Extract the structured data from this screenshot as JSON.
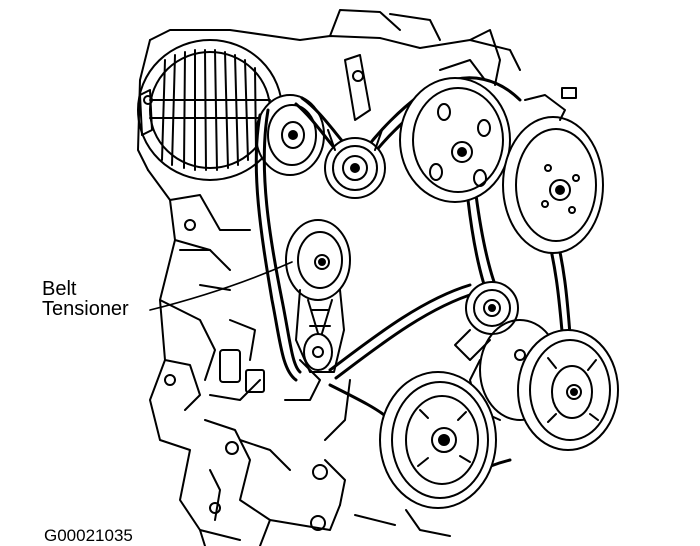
{
  "callout": {
    "line1": "Belt",
    "line2": "Tensioner"
  },
  "figure_code": "G00021035",
  "colors": {
    "ink": "#000000",
    "paper": "#ffffff"
  }
}
